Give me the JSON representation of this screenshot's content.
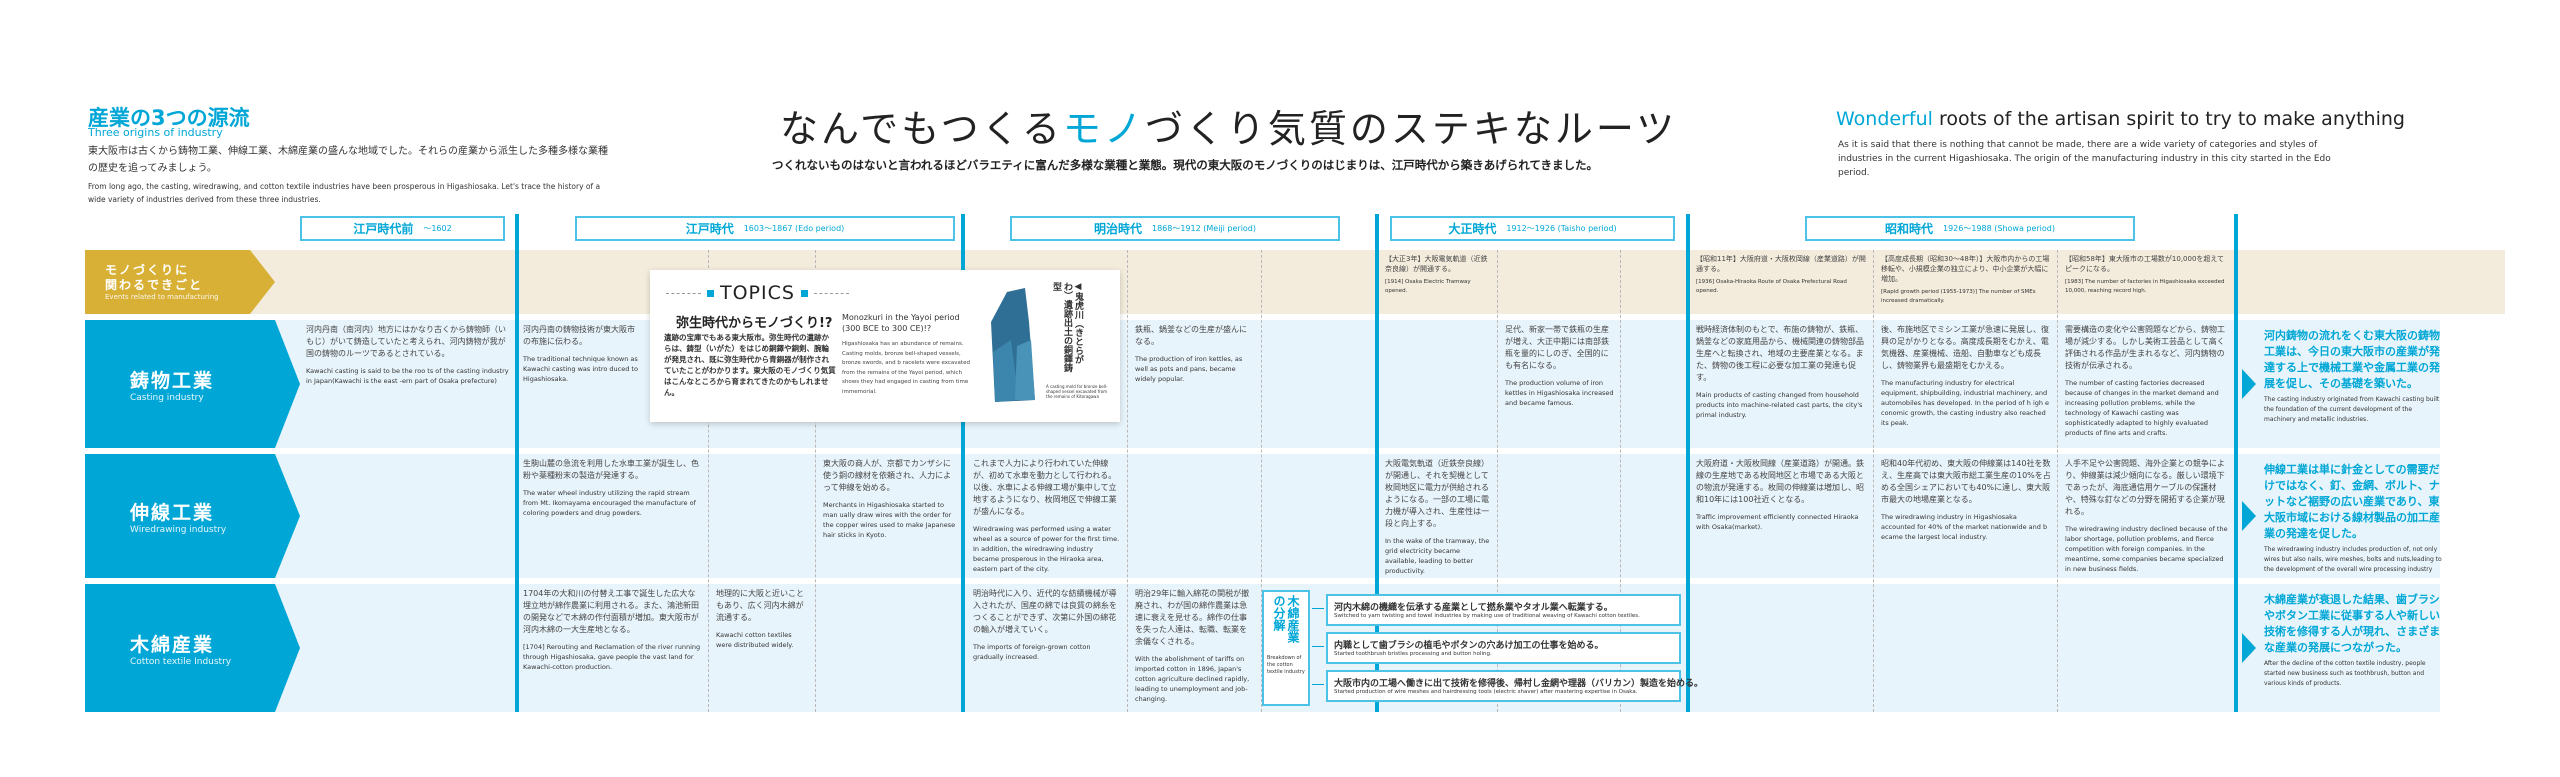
{
  "intro": {
    "title": "産業の3つの源流",
    "subtitle": "Three origins of industry",
    "body_jp": "東大阪市は古くから鋳物工業、伸線工業、木綿産業の盛んな地域でした。それらの産業から派生した多種多様な業種の歴史を追ってみましょう。",
    "body_en": "From long ago, the casting, wiredrawing, and cotton textile industries have been prosperous in Higashiosaka. Let's trace the history of a wide variety of industries derived from these three industries."
  },
  "header": {
    "title_pre": "なんでもつくる",
    "title_accent": "モノ",
    "title_post": "づくり気質のステキなルーツ",
    "subtitle": "つくれないものはないと言われるほどバラエティに富んだ多様な業種と業態。現代の東大阪のモノづくりのはじまりは、江戸時代から築きあげられてきました。",
    "en_accent": "Wonderful",
    "en_title": " roots of the artisan spirit to try to make anything",
    "en_body": "As it is said that there is nothing that cannot be made, there are a wide variety of categories and styles of industries in the current Higashiosaka. The origin of the manufacturing industry in this city started in the Edo period."
  },
  "periods": [
    {
      "jp": "江戸時代前",
      "years": "〜1602"
    },
    {
      "jp": "江戸時代",
      "years": "1603〜1867 (Edo period)"
    },
    {
      "jp": "明治時代",
      "years": "1868〜1912 (Meiji period)"
    },
    {
      "jp": "大正時代",
      "years": "1912〜1926 (Taisho period)"
    },
    {
      "jp": "昭和時代",
      "years": "1926〜1988 (Showa period)"
    }
  ],
  "rows": [
    {
      "jp": "モノづくりに\n関わるできごと",
      "en": "Events related to manufacturing"
    },
    {
      "jp": "鋳物工業",
      "en": "Casting industry"
    },
    {
      "jp": "伸線工業",
      "en": "Wiredrawing industry"
    },
    {
      "jp": "木綿産業",
      "en": "Cotton textile Industry"
    }
  ],
  "cells": [
    {
      "row": 0,
      "col": "taisho1",
      "jp": "【大正3年】大阪電気軌道（近鉄奈良線）が開通する。",
      "en": "[1914] Osaka Electric Tramway opened."
    },
    {
      "row": 0,
      "col": "showa1",
      "jp": "【昭和11年】大阪府道・大阪枚岡線（産業道路）が開通する。",
      "en": "[1936] Osaka-Hiraoka Route of Osaka Prefectural Road opened."
    },
    {
      "row": 0,
      "col": "showa2",
      "jp": "【高度成長期（昭和30〜48年）】大阪市内からの工場移転や、小規模企業の独立により、中小企業が大幅に増加。",
      "en": "[Rapid growth period (1955-1973)] The number of SMEs increased dramatically."
    },
    {
      "row": 0,
      "col": "showa3",
      "jp": "【昭和58年】東大阪市の工場数が10,000を超えてピークになる。",
      "en": "[1983] The number of factories in Higashiosaka exceeded 10,000, reaching record high."
    },
    {
      "row": 1,
      "col": "pre",
      "jp": "河内丹南（南河内）地方にはかなり古くから鋳物師（いもじ）がいて鋳造していたと考えられ、河内鋳物が我が国の鋳物のルーツであるとされている。",
      "en": "Kawachi casting is said to be the roo ts of the casting industry in Japan(Kawachi is the east -ern part of Osaka prefecture)"
    },
    {
      "row": 1,
      "col": "edo1",
      "jp": "河内丹南の鋳物技術が東大阪市の布施に伝わる。",
      "en": "The traditional technique known as Kawachi casting was intro duced to Higashiosaka."
    },
    {
      "row": 1,
      "col": "meiji2",
      "jp": "鉄瓶、鍋釜などの生産が盛んになる。",
      "en": "The production of iron kettles, as well as pots and pans, became widely popular."
    },
    {
      "row": 1,
      "col": "taisho2",
      "jp": "足代、新家一帯で鉄瓶の生産が増え、大正中期には南部鉄瓶を量的にしのぎ、全国的にも有名になる。",
      "en": "The production volume of iron kettles in Higashiosaka increased and became famous."
    },
    {
      "row": 1,
      "col": "showa1",
      "jp": "戦時経済体制のもとで、布施の鋳物が、鉄瓶、鍋釜などの家庭用品から、機械関連の鋳物部品生産へと転換され、地域の主要産業となる。また、鋳物の後工程に必要な加工業の発達も促す。",
      "en": "Main products of casting changed from household products into machine-related cast parts, the city's primal industry."
    },
    {
      "row": 1,
      "col": "showa2",
      "jp": "後、布施地区でミシン工業が急速に発展し、復興の足がかりとなる。高度成長期をむかえ、電気機器、産業機械、造船、自動車なども成長し、鋳物業界も最盛期をむかえる。",
      "en": "The manufacturing industry for electrical equipment, shipbuilding, industrial machinery, and automobiles has developed. In the period of h igh e conomic growth, the casting industry also reached its peak."
    },
    {
      "row": 1,
      "col": "showa3",
      "jp": "需要構造の変化や公害問題などから、鋳物工場が減少する。しかし美術工芸品として高く評価される作品が生まれるなど、河内鋳物の技術が伝承される。",
      "en": "The number of casting factories decreased because of changes in the market demand and increasing pollution problems, while the technology of Kawachi casting was sophisticatedly adapted to highly evaluated products of fine arts and crafts."
    },
    {
      "row": 2,
      "col": "edo1",
      "jp": "生駒山麓の急流を利用した水車工業が誕生し、色粉や薬種粉末の製造が発達する。",
      "en": "The water wheel industry utilizing the rapid stream from Mt. Ikomayama encouraged the manufacture of coloring powders and drug powders."
    },
    {
      "row": 2,
      "col": "edo3",
      "jp": "東大阪の商人が、京都でカンザシに使う銅の線材を依頼され、人力によって伸線を始める。",
      "en": "Merchants in Higashiosaka started to man ually draw wires with the order for the copper wires used to make Japanese hair sticks in Kyoto."
    },
    {
      "row": 2,
      "col": "meiji1",
      "jp": "これまで人力により行われていた伸線が、初めて水車を動力として行われる。以後、水車による伸線工場が集中して立地するようになり、枚岡地区で伸線工業が盛んになる。",
      "en": "Wiredrawing was performed using a water wheel as a source of power for the first time. In addition, the wiredrawing industry became prosperous in the Hiraoka area, eastern part of the city."
    },
    {
      "row": 2,
      "col": "taisho1",
      "jp": "大阪電気軌道（近鉄奈良線）が開通し、それを契機として枚岡地区に電力が供給されるようになる。一部の工場に電力機が導入され、生産性は一段と向上する。",
      "en": "In the wake of the tramway, the grid electricity became available, leading to better productivity."
    },
    {
      "row": 2,
      "col": "showa1",
      "jp": "大阪府道・大阪枚岡線（産業道路）が開通。鉄線の生産地である枚岡地区と市場である大阪との物流が発達する。枚岡の伸線業は増加し、昭和10年には100社近くとなる。",
      "en": "Traffic improvement efficiently connected Hiraoka with Osaka(market)."
    },
    {
      "row": 2,
      "col": "showa2",
      "jp": "昭和40年代初め、東大阪の伸線業は140社を数え、生産高では東大阪市総工業生産の10%を占める全国シェアにおいても40%に達し、東大阪市最大の地場産業となる。",
      "en": "The wiredrawing industry in Higashiosaka accounted for 40% of the market nationwide and b ecame the largest local industry."
    },
    {
      "row": 2,
      "col": "showa3",
      "jp": "人手不足や公害問題、海外企業との競争により、伸線業は減少傾向になる。厳しい環境下であったが、海底通信用ケーブルの保護材や、特殊な釘などの分野を開拓する企業が現れる。",
      "en": "The wiredrawing industry declined because of the labor shortage, pollution problems, and fierce competition with foreign companies. In the meantime, some companies became specialized in new business fields."
    },
    {
      "row": 3,
      "col": "edo1",
      "jp": "1704年の大和川の付替え工事で誕生した広大な埋立地が綿作農業に利用される。また、鴻池新田の開発などで木綿の作付面積が増加。東大阪市が河内木綿の一大生産地となる。",
      "en": "[1704] Rerouting and Reclamation of the river running through Higashiosaka, gave people the vast land for Kawachi-cotton production."
    },
    {
      "row": 3,
      "col": "edo2",
      "jp": "地理的に大阪と近いこともあり、広く河内木綿が流通する。",
      "en": "Kawachi cotton textiles were distributed widely."
    },
    {
      "row": 3,
      "col": "meiji1",
      "jp": "明治時代に入り、近代的な紡績機械が導入されたが、国産の綿では良質の綿糸をつくることができず、次第に外国の綿花の輸入が増えていく。",
      "en": "The imports of foreign-grown cotton gradually increased."
    },
    {
      "row": 3,
      "col": "meiji2",
      "jp": "明治29年に輸入綿花の関税が撤廃され、わが国の綿作農業は急速に衰えを見せる。綿作の仕事を失った人達は、転職、転業を余儀なくされる。",
      "en": "With the abolishment of tariffs on imported cotton in 1896, Japan's cotton agriculture declined rapidly, leading to unemployment and job-changing."
    }
  ],
  "topics": {
    "label": "TOPICS",
    "title_jp": "弥生時代からモノづくり!?",
    "body_jp": "遺跡の宝庫でもある東大阪市。弥生時代の遺跡からは、鋳型（いがた）をはじめ銅鐸や銅剣、腕輪が発見され、既に弥生時代から青銅器が制作されていたことがわかります。東大阪のモノづくり気質はこんなところから育まれてきたのかもしれません。",
    "title_en": "Monozkuri in the Yayoi period (300 BCE to 300 CE)!?",
    "body_en": "Higashiosaka has an abundance of remains. Casting molds, bronze bell-shaped vessels, bronze swords, and b racelets were excavated from the remains of the Yayoi period, which shows they had engaged in casting from time immemorial.",
    "photo_caption_jp": "◀鬼虎川（きとらがわ）遺跡出土の銅鐸鋳型",
    "photo_caption_en": "A casting mold for bronze bell-shaped vessel excavated from the remains of Kitoragawa"
  },
  "breakdown": {
    "label_jp": "木綿産業の分解",
    "label_en": "Breakdown of the cotton textile industry",
    "items": [
      {
        "jp": "河内木綿の機織を伝承する産業として撚糸業やタオル業へ転業する。",
        "en": "Switched to yarn twisting and towel industries by making use of traditional weaving of Kawachi cotton textiles."
      },
      {
        "jp": "内職として歯ブラシの植毛やボタンの穴あけ加工の仕事を始める。",
        "en": "Started toothbrush bristles processing and button holing."
      },
      {
        "jp": "大阪市内の工場へ働きに出て技術を修得後、帰村し金網や理器（バリカン）製造を始める。",
        "en": "Started production of wire meshes and hairdressing tools (electric shaver) after mastering expertise in Osaka."
      }
    ]
  },
  "summaries": [
    {
      "jp": "河内鋳物の流れをくむ東大阪の鋳物工業は、今日の東大阪市の産業が発達する上で機械工業や金属工業の発展を促し、その基礎を築いた。",
      "en": "The casting industry originated from Kawachi casting built the foundation of the current development of the machinery and metallic industries."
    },
    {
      "jp": "伸線工業は単に針金としての需要だけではなく、釘、金網、ボルト、ナットなど裾野の広い産業であり、東大阪市域における線材製品の加工産業の発達を促した。",
      "en": "The wiredrawing industry includes production of, not only wires but also nails, wire meshes, bolts and nuts,leading to the development of the overall wire processing industry"
    },
    {
      "jp": "木綿産業が衰退した結果、歯ブラシやボタン工業に従事する人や新しい技術を修得する人が現れ、さまざまな産業の発展につながった。",
      "en": "After the decline of the cotton textile industry, people started new business such as toothbrush, button and various kinds of products."
    }
  ],
  "colors": {
    "accent": "#00a7d6",
    "events": "#d8b036",
    "events_bg": "#f3ecdc",
    "row_bg": "#e8f4fb"
  }
}
